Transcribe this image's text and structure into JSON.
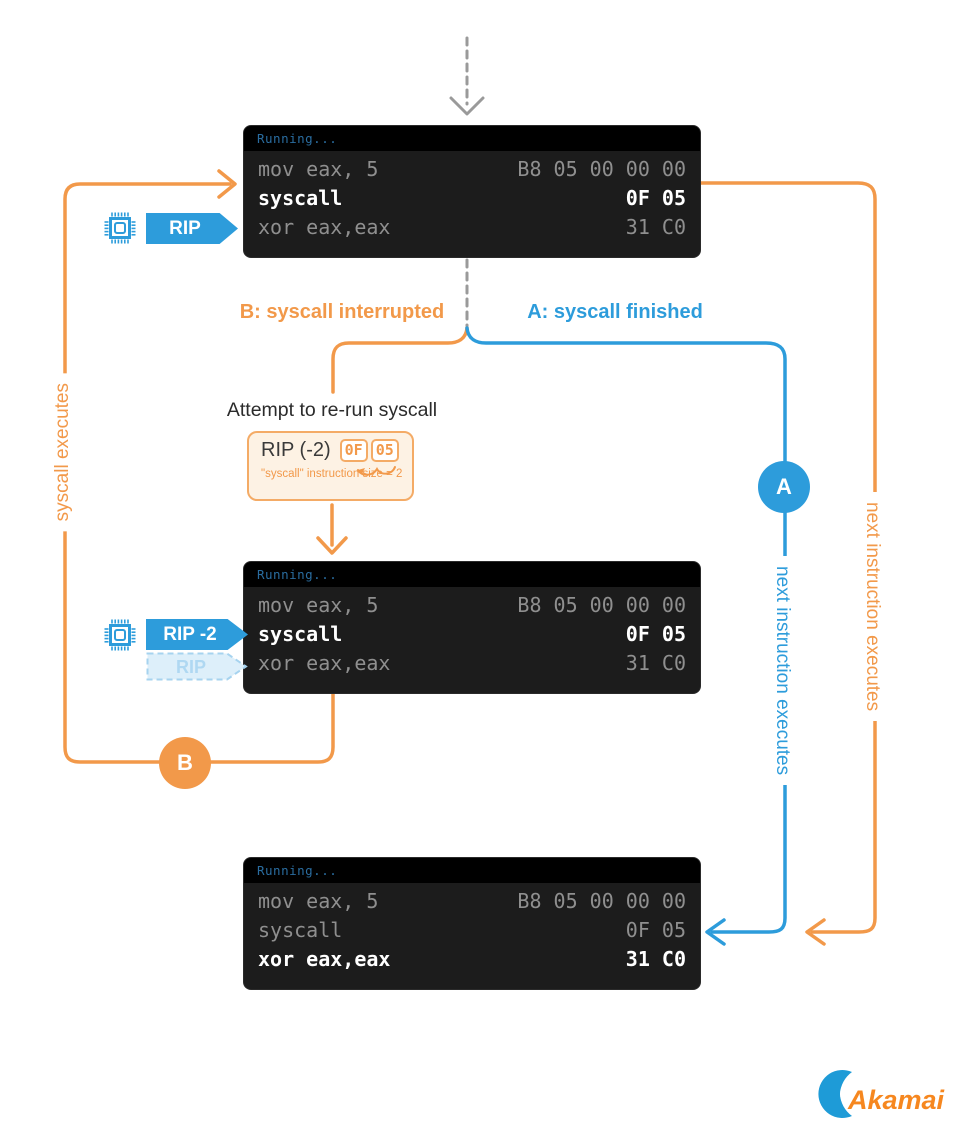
{
  "colors": {
    "orange": "#F2994A",
    "blue": "#2D9CDB",
    "gray": "#9A9A9A",
    "terminal_body": "#1C1C1C",
    "terminal_header": "#000000",
    "terminal_dim_text": "#8F8F8F",
    "terminal_active_text": "#FFFFFF",
    "running_text": "#2A6DA0",
    "ghost_fill": "#DDEFFA",
    "ghost_border": "#A6D3EF",
    "ghost_text": "#AFD8F2",
    "note_bg": "#FDF2E4",
    "note_border": "#F4AB66",
    "akamai_orange": "#F6871F",
    "akamai_blue": "#1E9BD7"
  },
  "terminals": [
    {
      "header": "Running...",
      "rows": [
        {
          "asm": "mov eax, 5",
          "bytes": "B8 05 00 00 00"
        },
        {
          "asm": "syscall",
          "bytes": "0F 05"
        },
        {
          "asm": "xor eax,eax",
          "bytes": "31 C0"
        }
      ]
    },
    {
      "header": "Running...",
      "rows": [
        {
          "asm": "mov eax, 5",
          "bytes": "B8 05 00 00 00"
        },
        {
          "asm": "syscall",
          "bytes": "0F 05"
        },
        {
          "asm": "xor eax,eax",
          "bytes": "31 C0"
        }
      ]
    },
    {
      "header": "Running...",
      "rows": [
        {
          "asm": "mov eax, 5",
          "bytes": "B8 05 00 00 00"
        },
        {
          "asm": "syscall",
          "bytes": "0F 05"
        },
        {
          "asm": "xor eax,eax",
          "bytes": "31 C0"
        }
      ]
    }
  ],
  "tags": {
    "rip": "RIP",
    "rip_minus2": "RIP -2",
    "rip_ghost": "RIP"
  },
  "branch": {
    "b_label": "B: syscall interrupted",
    "a_label": "A: syscall finished",
    "a_badge": "A",
    "b_badge": "B"
  },
  "note": {
    "title": "Attempt to re-run syscall",
    "rip": "RIP (-2)",
    "byte_hi": "0F",
    "byte_lo": "05",
    "caption": "\"syscall\" instruction size = 2"
  },
  "edge_labels": {
    "syscall_executes": "syscall executes",
    "next_instruction_blue": "next instruction executes",
    "next_instruction_orange": "next instruction executes"
  },
  "logo": {
    "brand": "Akamai"
  }
}
